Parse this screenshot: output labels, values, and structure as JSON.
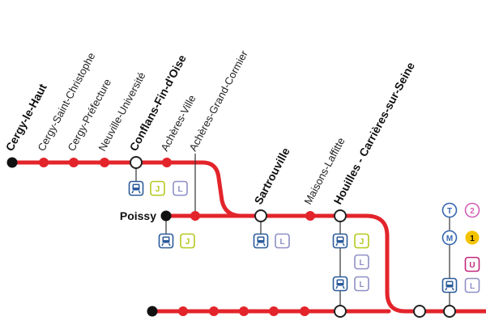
{
  "colors": {
    "line": "#e3242b",
    "terminus": "#111111",
    "station_ring": "#222222",
    "train": "#2a5a9a",
    "rer": "#2a5a9a",
    "ter_badge": "#b5c81e",
    "line_l": "#8e8fc4",
    "line_u": "#c4277d",
    "tram": "#3567b0",
    "tram2": "#d35fb7",
    "metro1": "#f4c300"
  },
  "stations": {
    "cergy_le_haut": "Cergy-le-Haut",
    "cergy_st_christophe": "Cergy-Saint-Christophe",
    "cergy_prefecture": "Cergy-Préfecture",
    "neuville": "Neuville-Université",
    "conflans": "Conflans-Fin-d'Oise",
    "acheres_ville": "Achères-Ville",
    "acheres_grand_cormier": "Achères-Grand-Cormier",
    "poissy": "Poissy",
    "sartrouville": "Sartrouville",
    "maisons_laffitte": "Maisons-Laffitte",
    "houilles": "Houilles - Carrières-sur-Seine"
  },
  "badges": {
    "ter": "J",
    "line_l": "L",
    "line_u": "U",
    "tram": "T",
    "tram_num": "2",
    "metro": "M",
    "metro_num": "1"
  },
  "icons": {
    "train": "train-icon",
    "terminus": "terminus-dot",
    "interchange": "interchange-ring"
  }
}
